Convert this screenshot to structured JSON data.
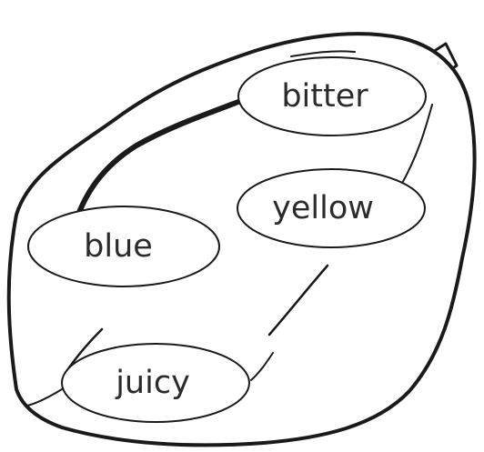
{
  "fruit": {
    "words": [
      {
        "id": "bitter",
        "text": "bitter"
      },
      {
        "id": "yellow",
        "text": "yellow"
      },
      {
        "id": "blue",
        "text": "blue"
      },
      {
        "id": "juicy",
        "text": "juicy"
      }
    ]
  },
  "colors": {
    "outline": "#1a1a1a",
    "fill": "#ffffff",
    "text": "#2b2b2b"
  }
}
